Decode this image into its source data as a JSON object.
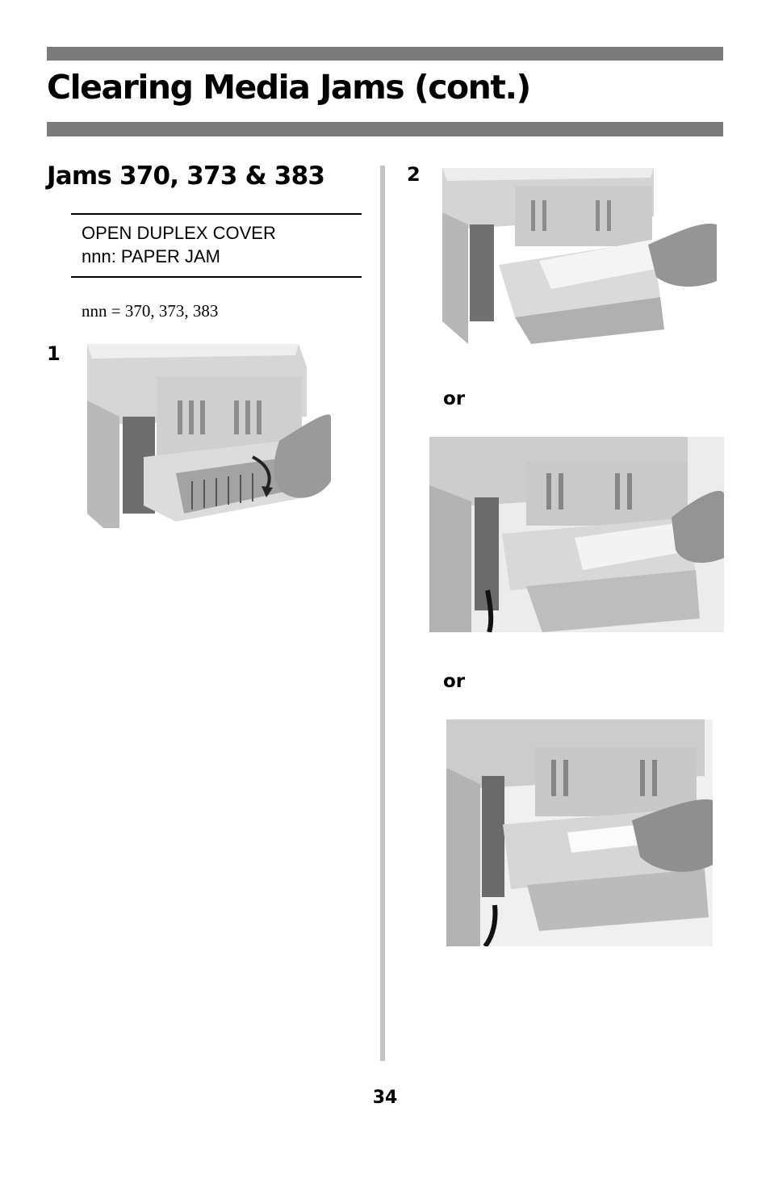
{
  "page": {
    "title": "Clearing Media Jams (cont.)",
    "section_heading": "Jams 370, 373 & 383",
    "display_message": {
      "line1": "OPEN DUPLEX COVER",
      "line2": "nnn: PAPER JAM"
    },
    "note": "nnn = 370, 373, 383",
    "steps": [
      {
        "number": "1"
      },
      {
        "number": "2",
        "alternatives": [
          "or",
          "or"
        ]
      }
    ],
    "page_number": "34"
  },
  "colors": {
    "header_bar": "#7a7a7a",
    "column_divider": "#c4c4c4",
    "text": "#000000"
  }
}
